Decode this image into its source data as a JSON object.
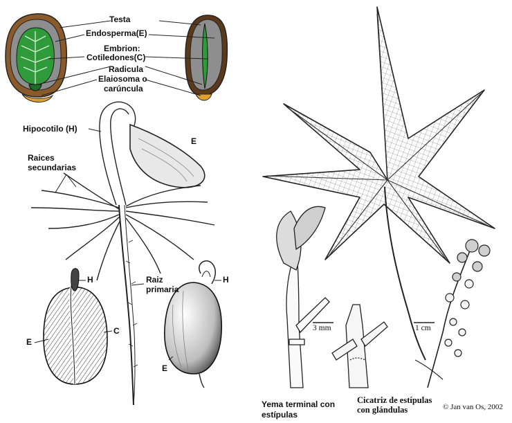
{
  "seed_labels": {
    "testa": "Testa",
    "endosperm": "Endosperma(E)",
    "embryo_1": "Embrion:",
    "embryo_2": "Cotiledones(C)",
    "radicle": "Radicula",
    "elaiosome_1": "Elaiosoma o",
    "elaiosome_2": "carúncula"
  },
  "seedling_labels": {
    "hypocotyl": "Hipocotilo (H)",
    "endosperm_mark": "E",
    "secondary_roots_1": "Raices",
    "secondary_roots_2": "secundarias",
    "primary_root_1": "Raiz",
    "primary_root_2": "primaria",
    "seed_left_h": "H",
    "seed_left_e": "E",
    "seed_left_c": "C",
    "seed_right_h": "H",
    "seed_right_e": "E"
  },
  "plant_labels": {
    "scale_3mm": "3 mm",
    "scale_1cm": "1 cm",
    "terminal_bud_1": "Yema terminal con",
    "terminal_bud_2": "estípulas",
    "scar_1": "Cicatriz de estípulas",
    "scar_2": "con glándulas",
    "copyright": "© Jan van Os, 2002"
  },
  "colors": {
    "testa": "#8a5a2b",
    "endosperm": "#8e8e8e",
    "embryo": "#2f9a3a",
    "caruncle": "#e0a030",
    "ink": "#222222"
  }
}
